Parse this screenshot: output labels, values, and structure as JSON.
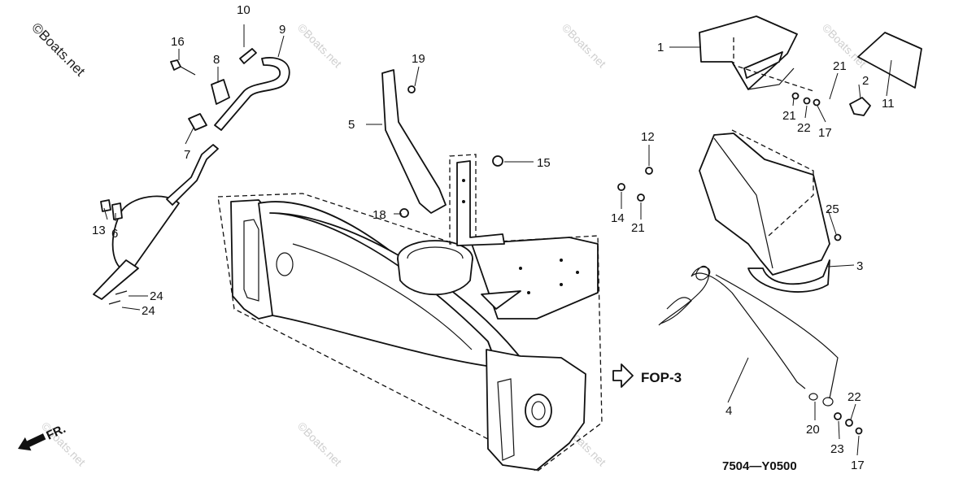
{
  "watermark": {
    "brand": "©Boats.net",
    "tile": "©Boats.net"
  },
  "diagram": {
    "fop_reference": "FOP-3",
    "front_marker": "FR.",
    "drawing_code": "7504—Y0500",
    "callouts": [
      {
        "id": "c1",
        "label": "1"
      },
      {
        "id": "c2",
        "label": "2"
      },
      {
        "id": "c3",
        "label": "3"
      },
      {
        "id": "c4",
        "label": "4"
      },
      {
        "id": "c5",
        "label": "5"
      },
      {
        "id": "c6",
        "label": "6"
      },
      {
        "id": "c7",
        "label": "7"
      },
      {
        "id": "c8",
        "label": "8"
      },
      {
        "id": "c9",
        "label": "9"
      },
      {
        "id": "c10",
        "label": "10"
      },
      {
        "id": "c11",
        "label": "11"
      },
      {
        "id": "c12",
        "label": "12"
      },
      {
        "id": "c13",
        "label": "13"
      },
      {
        "id": "c14",
        "label": "14"
      },
      {
        "id": "c15",
        "label": "15"
      },
      {
        "id": "c16",
        "label": "16"
      },
      {
        "id": "c17a",
        "label": "17"
      },
      {
        "id": "c17b",
        "label": "17"
      },
      {
        "id": "c18",
        "label": "18"
      },
      {
        "id": "c19",
        "label": "19"
      },
      {
        "id": "c20",
        "label": "20"
      },
      {
        "id": "c21a",
        "label": "21"
      },
      {
        "id": "c21b",
        "label": "21"
      },
      {
        "id": "c21c",
        "label": "21"
      },
      {
        "id": "c22a",
        "label": "22"
      },
      {
        "id": "c22b",
        "label": "22"
      },
      {
        "id": "c23",
        "label": "23"
      },
      {
        "id": "c24a",
        "label": "24"
      },
      {
        "id": "c24b",
        "label": "24"
      },
      {
        "id": "c25",
        "label": "25"
      }
    ]
  }
}
